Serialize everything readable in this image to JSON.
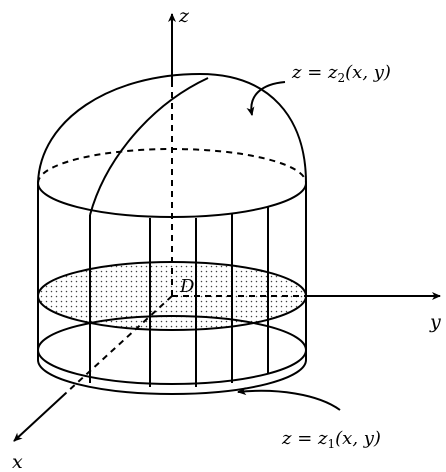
{
  "figure": {
    "axes": {
      "x": "x",
      "y": "y",
      "z": "z"
    },
    "region_label": "D",
    "upper_surface": {
      "lhs": "z",
      "eq": " = ",
      "func": "z",
      "sub": "2",
      "args": "(x, y)"
    },
    "lower_surface": {
      "lhs": "z",
      "eq": " = ",
      "func": "z",
      "sub": "1",
      "args": "(x, y)"
    },
    "colors": {
      "ink": "#000000",
      "paper": "#ffffff",
      "dots": "#444444"
    }
  }
}
